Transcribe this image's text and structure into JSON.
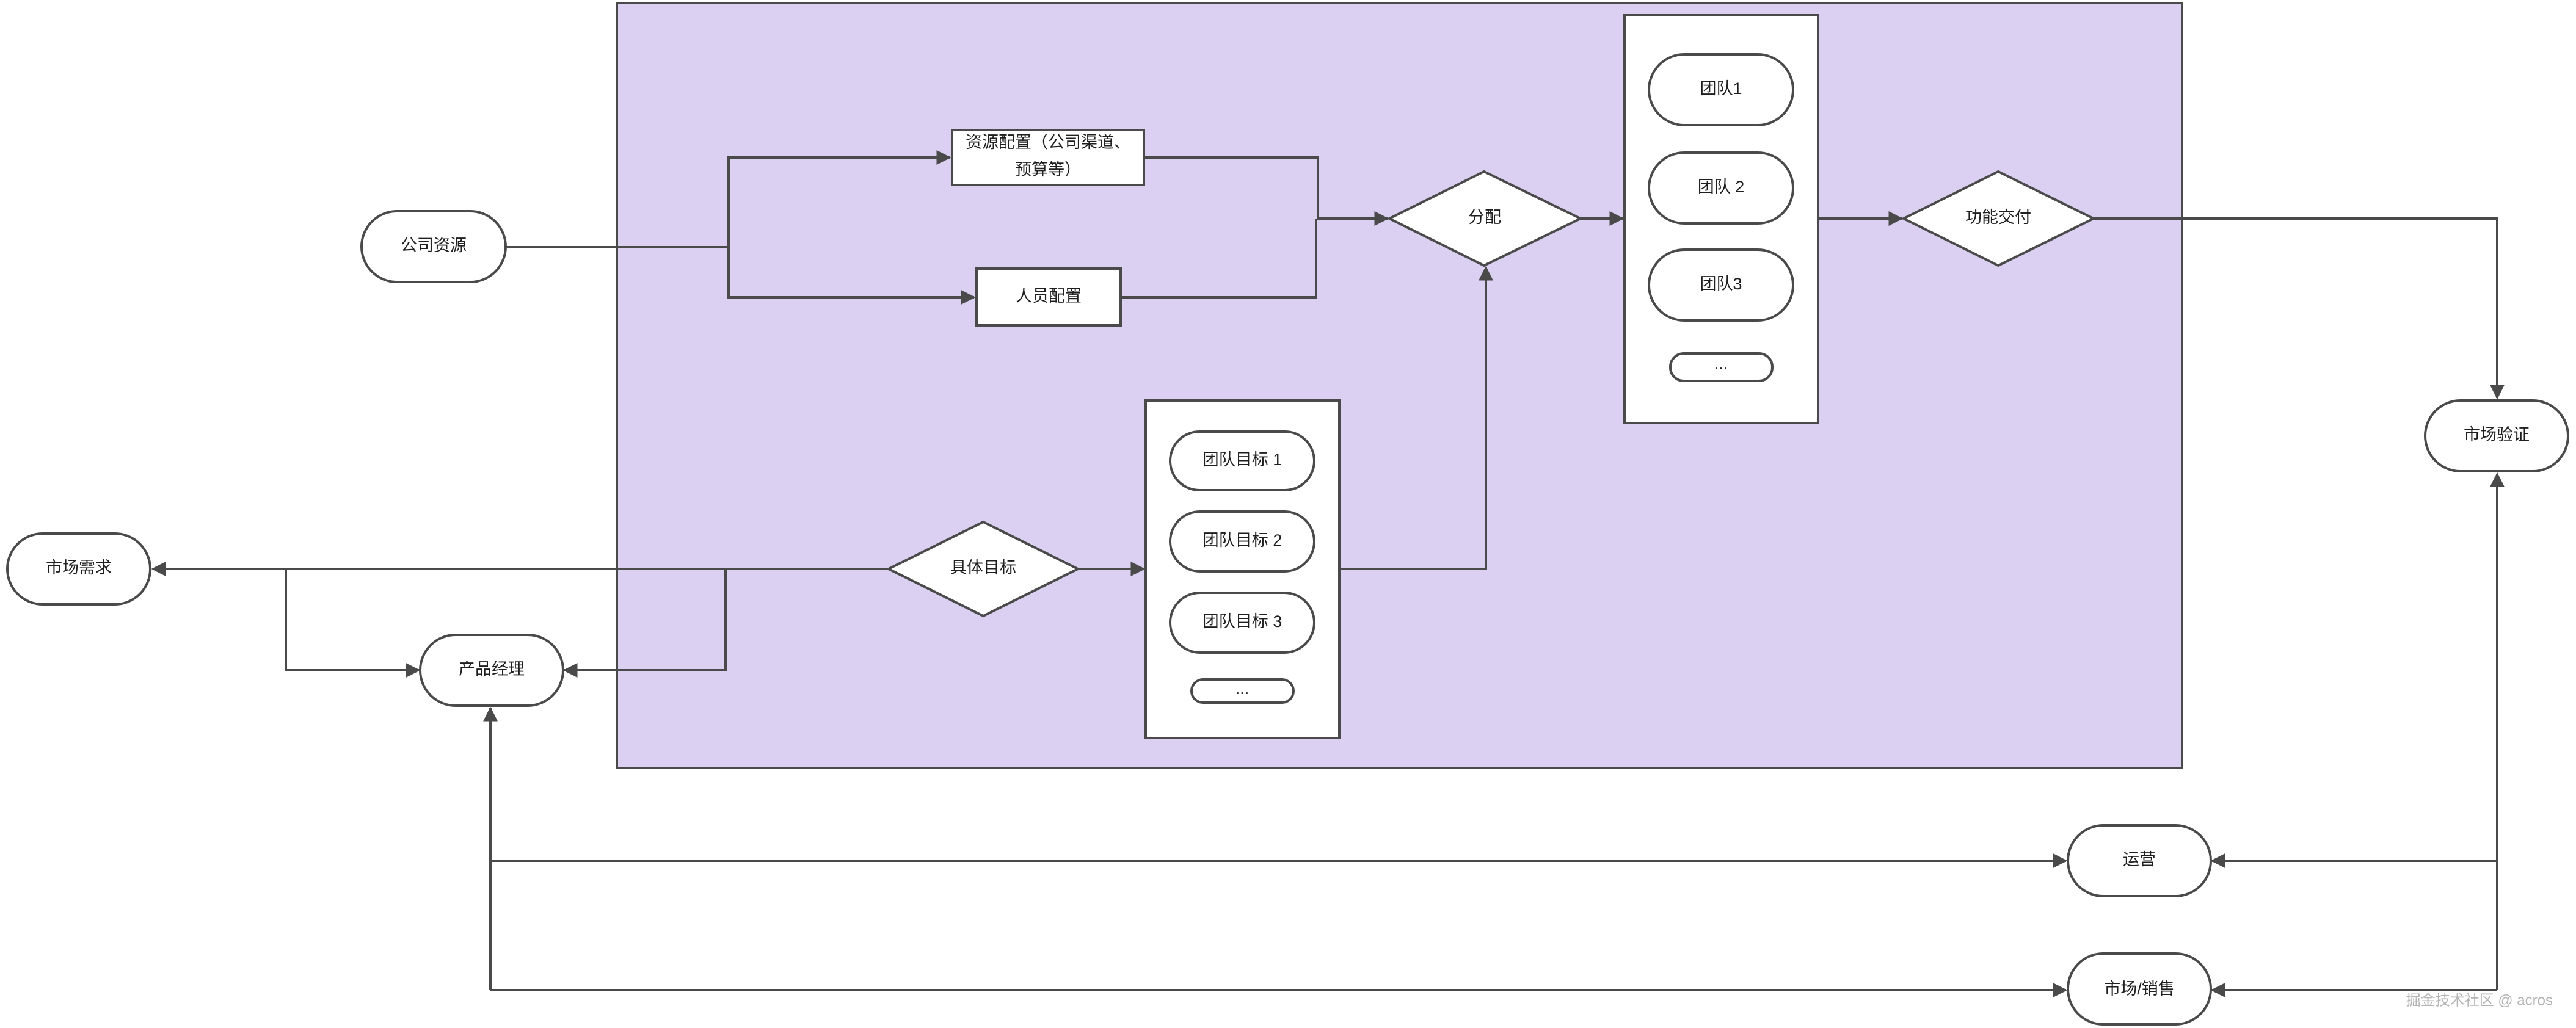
{
  "colors": {
    "region_fill": "#dbd0f2",
    "stroke": "#4a4a4a",
    "node_fill": "#ffffff",
    "text": "#1f1f1f"
  },
  "nodes": {
    "company_resources": "公司资源",
    "resource_allocation_line1": "资源配置（公司渠道、",
    "resource_allocation_line2": "预算等）",
    "staff_allocation": "人员配置",
    "allocate": "分配",
    "team_1": "团队1",
    "team_2": "团队 2",
    "team_3": "团队3",
    "team_more": "...",
    "feature_delivery": "功能交付",
    "market_validation": "市场验证",
    "market_demand": "市场需求",
    "product_manager": "产品经理",
    "specific_goals": "具体目标",
    "team_goal_1": "团队目标 1",
    "team_goal_2": "团队目标 2",
    "team_goal_3": "团队目标 3",
    "team_goal_more": "...",
    "operations": "运营",
    "market_sales": "市场/销售"
  },
  "watermark": "掘金技术社区 @ acros"
}
